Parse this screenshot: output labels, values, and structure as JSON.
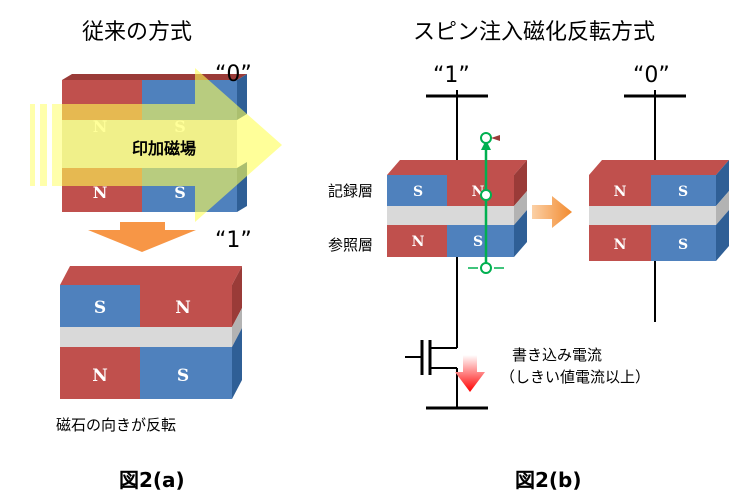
{
  "left": {
    "title": "従来の方式",
    "label_zero": "“0”",
    "label_one": "“1”",
    "field_label": "印加磁場",
    "caption_text": "磁石の向きが反転",
    "figure_label": "図2(a)",
    "before": {
      "top": [
        "N",
        "S"
      ],
      "bottom": [
        "N",
        "S"
      ]
    },
    "after": {
      "top": [
        "S",
        "N"
      ],
      "bottom": [
        "N",
        "S"
      ]
    }
  },
  "right": {
    "title": "スピン注入磁化反転方式",
    "label_one": "“1”",
    "label_zero": "“0”",
    "record_layer": "記録層",
    "reference_layer": "参照層",
    "current_line1": "書き込み電流",
    "current_line2": "（しきい値電流以上）",
    "figure_label": "図2(b)",
    "before": {
      "top": [
        "S",
        "N"
      ],
      "bottom": [
        "N",
        "S"
      ]
    },
    "after": {
      "top": [
        "N",
        "S"
      ],
      "bottom": [
        "N",
        "S"
      ]
    }
  },
  "colors": {
    "red": "#c0504d",
    "blue": "#4f81bd",
    "gray": "#d9d9d9",
    "orange": "#f79646",
    "green": "#00b050"
  }
}
